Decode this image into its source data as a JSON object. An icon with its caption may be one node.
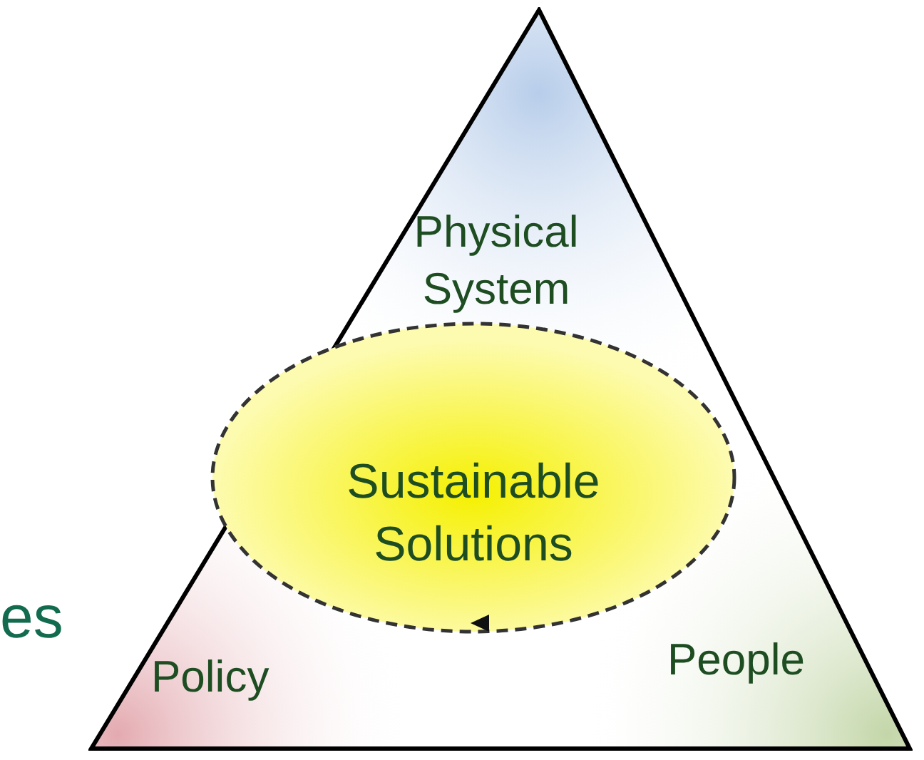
{
  "diagram": {
    "nodes": [
      {
        "text": [
          "Physical System",
          "Policy",
          "People"
        ]
      },
      {
        "text": [
          "Sustainable Solutions"
        ],
        "in": 0
      }
    ],
    "labels": [
      "es"
    ]
  }
}
